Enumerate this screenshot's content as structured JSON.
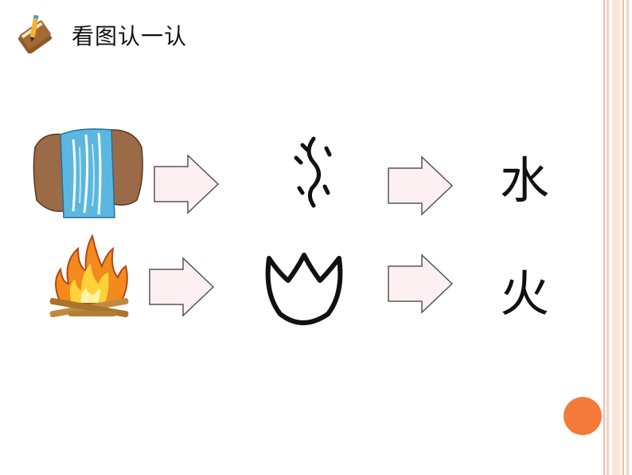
{
  "slide": {
    "title": "看图认一认"
  },
  "rows": [
    {
      "picture": "waterfall-picture",
      "glyph": "water-ancient-glyph",
      "character": "水"
    },
    {
      "picture": "campfire-picture",
      "glyph": "fire-ancient-glyph",
      "character": "火"
    }
  ],
  "colors": {
    "stripe": "#f4b9a5",
    "arrow_fill": "#fdf0f2",
    "arrow_stroke": "#555555",
    "accent_dot": "#f57a3a"
  },
  "icons": {
    "title_icon": "book-with-pencil-icon",
    "arrow": "right-arrow-icon"
  }
}
